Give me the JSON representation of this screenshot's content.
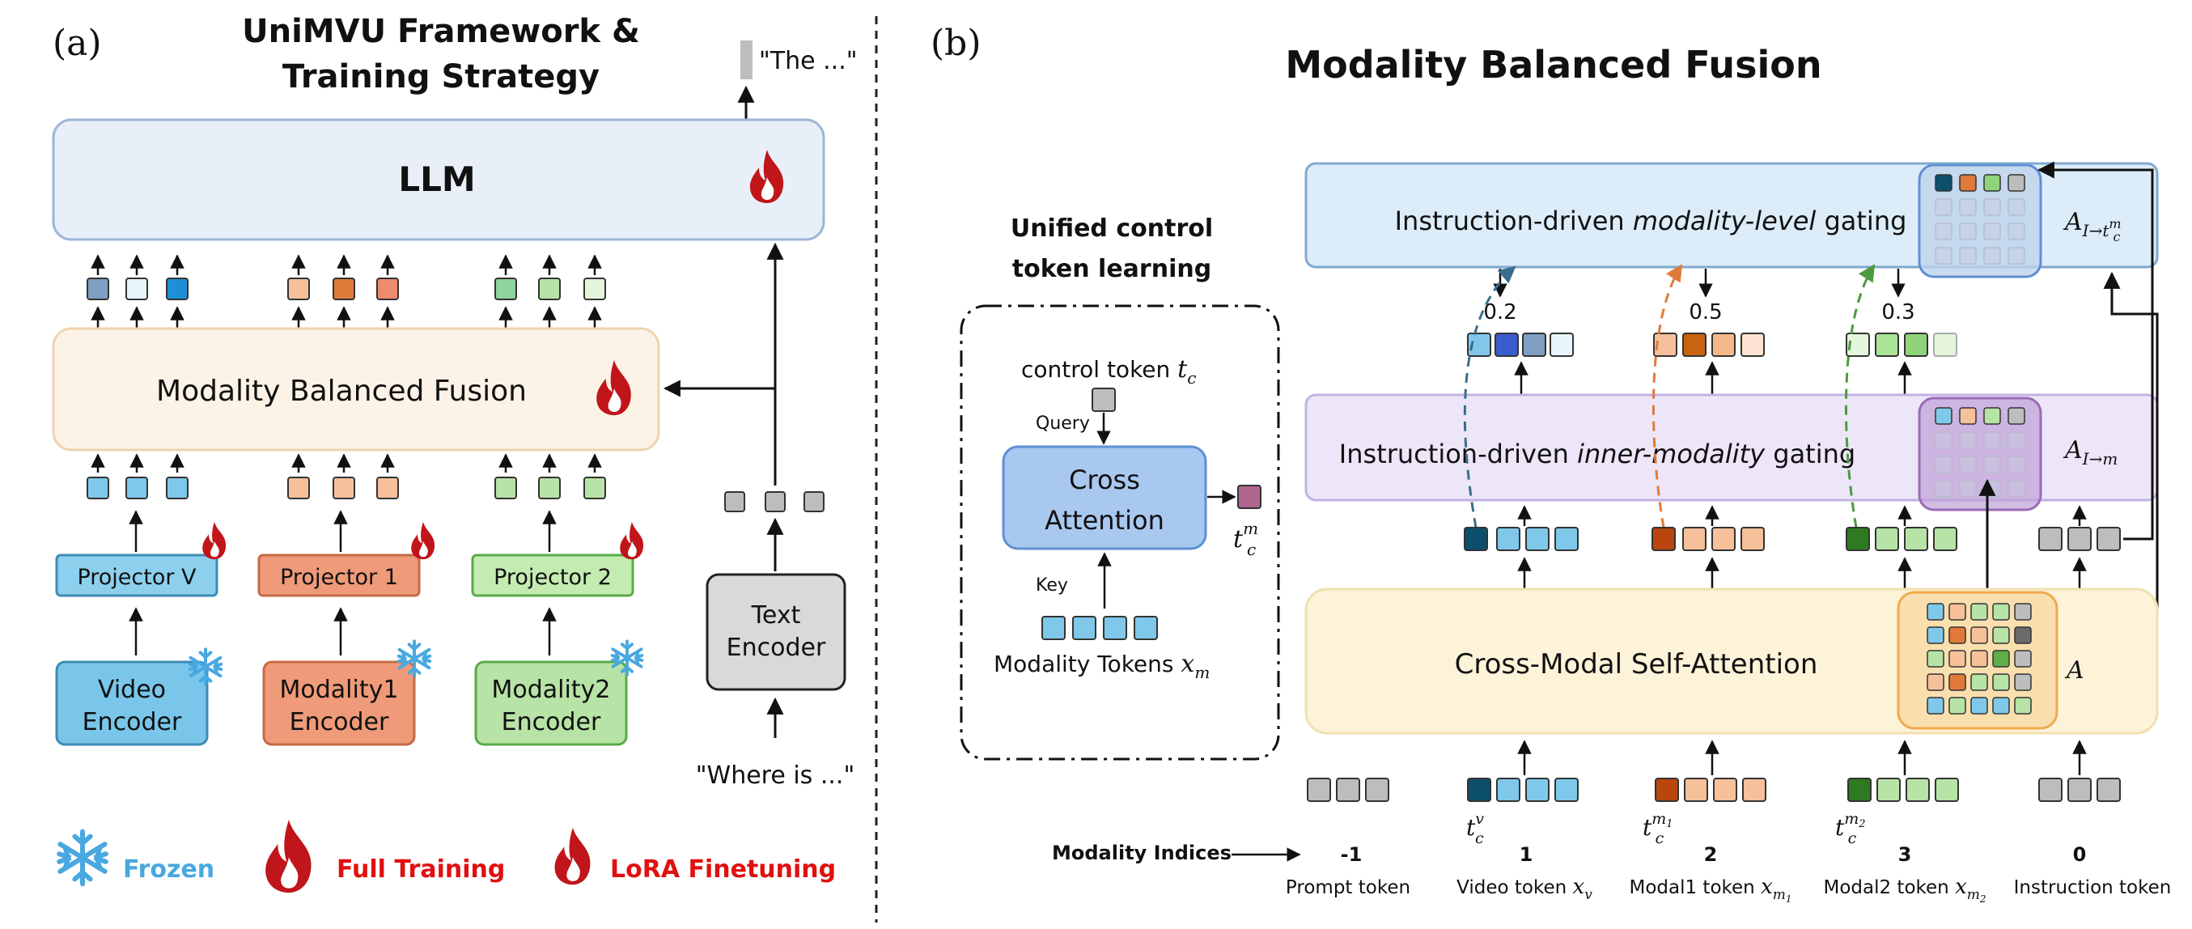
{
  "colors": {
    "blue_dark": "#0b4f6c",
    "blue_mid": "#7fc8ea",
    "blue_light": "#e8f6fb",
    "blue_deep": "#3b5ccc",
    "blue_grey": "#7f9fc2",
    "orange_dark": "#b9460c",
    "orange_mid": "#f6c09b",
    "orange_light": "#fce2d0",
    "orange_deep": "#e07a3a",
    "green_dark": "#2d7a21",
    "green_mid": "#b7e3a6",
    "green_light": "#e4f5dc",
    "green_deep": "#8fd37a",
    "grey": "#bdbdbd",
    "control_token": "#b0648e",
    "fire": "#c0151a",
    "frozen": "#49a8e0",
    "purple_box": "#c7a6d6"
  },
  "panel_a": {
    "label": "(a)",
    "title_line1": "UniMVU Framework &",
    "title_line2": "Training Strategy",
    "output_text": "\"The ...\"",
    "llm_label": "LLM",
    "mbf_label": "Modality Balanced Fusion",
    "projectors": [
      "Projector V",
      "Projector 1",
      "Projector 2"
    ],
    "encoders": [
      [
        "Video",
        "Encoder"
      ],
      [
        "Modality1",
        "Encoder"
      ],
      [
        "Modality2",
        "Encoder"
      ]
    ],
    "text_encoder": [
      "Text",
      "Encoder"
    ],
    "input_text": "\"Where is ...\"",
    "legend": {
      "frozen": "Frozen",
      "full_training": "Full Training",
      "lora": "LoRA Finetuning"
    }
  },
  "panel_b": {
    "label": "(b)",
    "title": "Modality Balanced Fusion",
    "control_box": {
      "heading_line1": "Unified control",
      "heading_line2": "token learning",
      "control_token_label": "control token",
      "control_token_symbol": "t",
      "control_token_sub": "c",
      "query_label": "Query",
      "cross_attention": [
        "Cross",
        "Attention"
      ],
      "output_symbol": "t",
      "output_sup": "m",
      "output_sub": "c",
      "key_label": "Key",
      "modality_tokens_label": "Modality Tokens",
      "modality_tokens_symbol": "x",
      "modality_tokens_sub": "m"
    },
    "modality_gating": {
      "prefix": "Instruction-driven",
      "emphasis": "modality-level",
      "suffix": "gating",
      "matrix_symbol": "A",
      "matrix_sub": "I→t",
      "matrix_sub_sup": "m",
      "matrix_sub_sub": "c"
    },
    "weights": [
      "0.2",
      "0.5",
      "0.3"
    ],
    "inner_gating": {
      "prefix": "Instruction-driven",
      "emphasis": "inner-modality",
      "suffix": "gating",
      "matrix_symbol": "A",
      "matrix_sub": "I→m"
    },
    "self_attention": {
      "label": "Cross-Modal Self-Attention",
      "matrix_symbol": "A"
    },
    "token_labels": {
      "video": {
        "symbol": "t",
        "sup": "v",
        "sub": "c"
      },
      "modal1": {
        "symbol": "t",
        "sup": "m",
        "supsub": "1",
        "sub": "c"
      },
      "modal2": {
        "symbol": "t",
        "sup": "m",
        "supsub": "2",
        "sub": "c"
      }
    },
    "modality_indices_label": "Modality Indices",
    "indices": [
      "-1",
      "1",
      "2",
      "3",
      "0"
    ],
    "token_types": [
      {
        "text": "Prompt token",
        "symbol": "",
        "sub": ""
      },
      {
        "text": "Video token",
        "symbol": "x",
        "sub": "v"
      },
      {
        "text": "Modal1 token",
        "symbol": "x",
        "sub": "m"
      },
      {
        "text": "Modal2 token",
        "symbol": "x",
        "sub": "m"
      },
      {
        "text": "Instruction token",
        "symbol": "",
        "sub": ""
      }
    ],
    "token_type_subsub": [
      "",
      "",
      "1",
      "2",
      ""
    ],
    "sa_matrix_colors": [
      [
        "#7fc8ea",
        "#f6c09b",
        "#b7e3a6",
        "#b7e3a6",
        "#bdbdbd"
      ],
      [
        "#7fc8ea",
        "#e07a3a",
        "#f6c09b",
        "#b7e3a6",
        "#6b6b6b"
      ],
      [
        "#b7e3a6",
        "#f6c09b",
        "#f6c09b",
        "#5fae4a",
        "#bdbdbd"
      ],
      [
        "#f6c09b",
        "#e07a3a",
        "#b7e3a6",
        "#b7e3a6",
        "#bdbdbd"
      ],
      [
        "#7fc8ea",
        "#b7e3a6",
        "#7fc8ea",
        "#7fc8ea",
        "#b7e3a6"
      ]
    ]
  }
}
